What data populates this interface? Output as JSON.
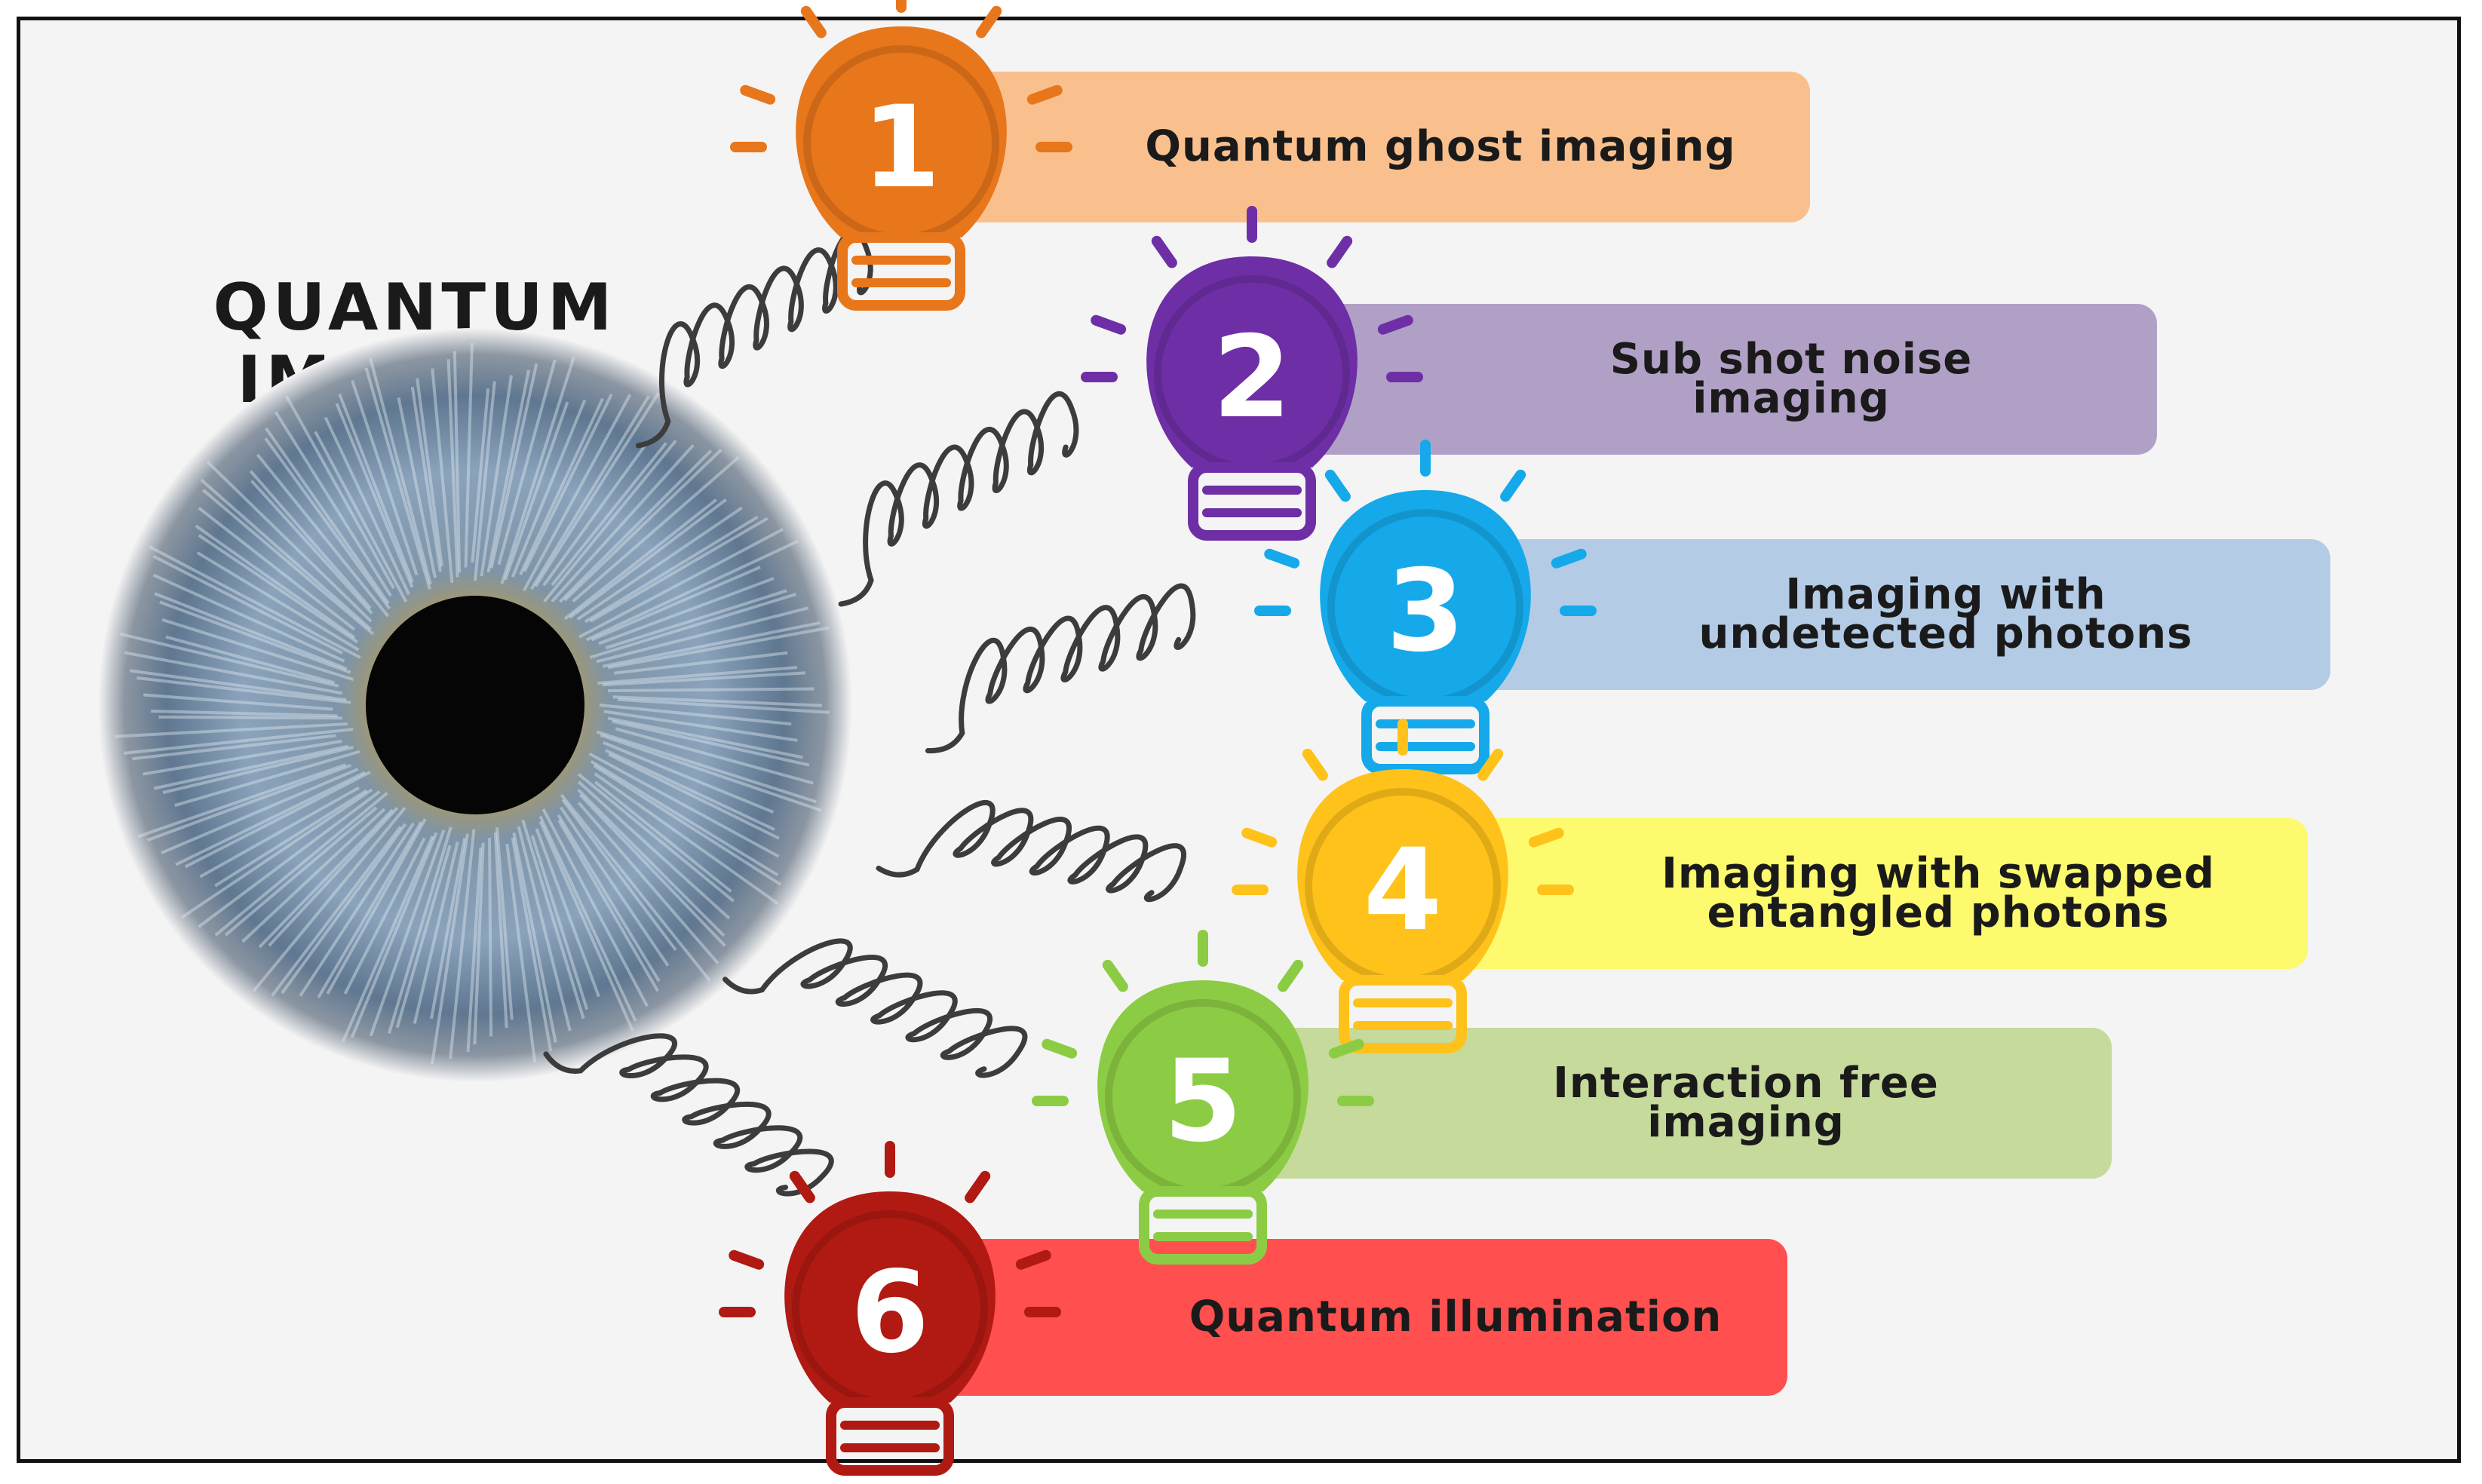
{
  "title": {
    "line1": "QUANTUM",
    "line2": "IMAGING"
  },
  "steps": [
    {
      "number": "1",
      "label": "Quantum ghost imaging",
      "bulb_color": "#e8761b",
      "banner_color": "#f9c08e"
    },
    {
      "number": "2",
      "label": "Sub shot noise\nimaging",
      "bulb_color": "#6e2fa6",
      "banner_color": "#b1a0c6"
    },
    {
      "number": "3",
      "label": "Imaging with\nundetected photons",
      "bulb_color": "#15a9ea",
      "banner_color": "#b4cbe6"
    },
    {
      "number": "4",
      "label": "Imaging with swapped\nentangled photons",
      "bulb_color": "#ffc21a",
      "banner_color": "#fdfa6e"
    },
    {
      "number": "5",
      "label": "Interaction free\nimaging",
      "bulb_color": "#8ccc44",
      "banner_color": "#c5da9b"
    },
    {
      "number": "6",
      "label": "Quantum illumination",
      "bulb_color": "#b01a12",
      "banner_color": "#ff4f4f"
    }
  ]
}
